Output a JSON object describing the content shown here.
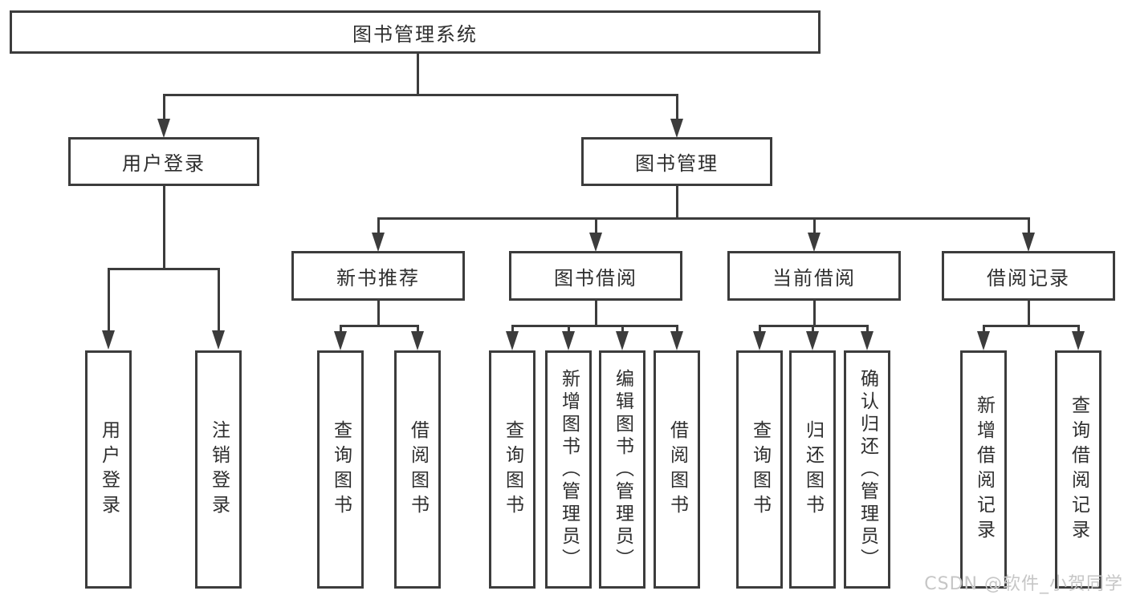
{
  "colors": {
    "line": "#3c3c3c",
    "text": "#2e2e2e",
    "watermark": "#c6c6c6",
    "background": "#ffffff"
  },
  "diagram": {
    "root": "图书管理系统",
    "level2": [
      "用户登录",
      "图书管理"
    ],
    "level3": [
      "新书推荐",
      "图书借阅",
      "当前借阅",
      "借阅记录"
    ],
    "leaves_user_login": [
      "用户登录",
      "注销登录"
    ],
    "leaves_new_books": [
      "查询图书",
      "借阅图书"
    ],
    "leaves_book_borrow": [
      "查询图书",
      "新增图书（管理员）",
      "编辑图书（管理员）",
      "借阅图书"
    ],
    "leaves_current_borrow": [
      "查询图书",
      "归还图书",
      "确认归还（管理员）"
    ],
    "leaves_borrow_records": [
      "新增借阅记录",
      "查询借阅记录"
    ]
  },
  "watermark": "CSDN @软件_小贺同学"
}
